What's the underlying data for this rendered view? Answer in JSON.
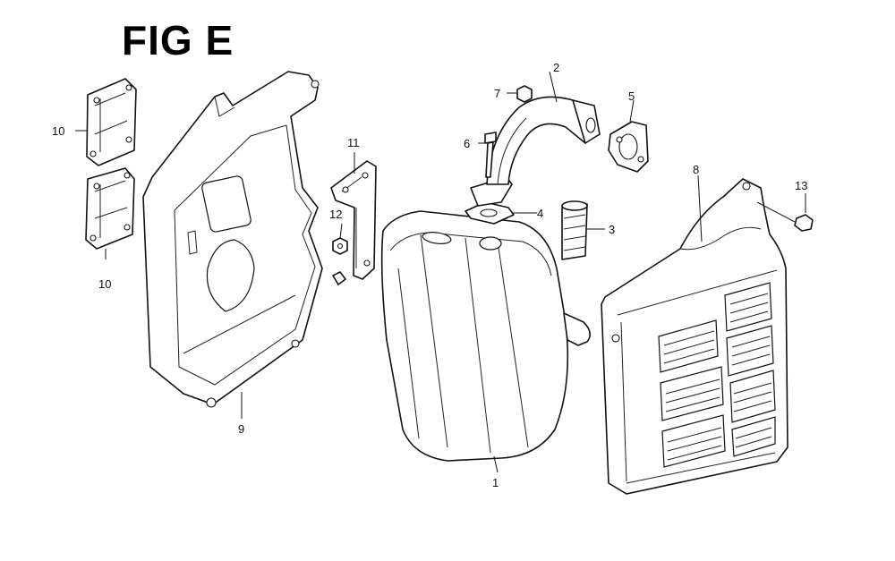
{
  "figure": {
    "title": "FIG E"
  },
  "callouts": {
    "part_1": "1",
    "part_2": "2",
    "part_3": "3",
    "part_4": "4",
    "part_5": "5",
    "part_6": "6",
    "part_7": "7",
    "part_8": "8",
    "part_9": "9",
    "part_10a": "10",
    "part_10b": "10",
    "part_11": "11",
    "part_12": "12",
    "part_13": "13"
  }
}
